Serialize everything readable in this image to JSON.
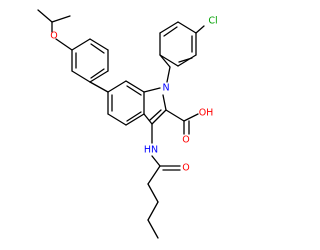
{
  "colors": {
    "background": "#ffffff",
    "bond": "#000000",
    "oxygen": "#ff0000",
    "nitrogen": "#0000ff",
    "chlorine": "#00a000"
  },
  "atoms": {
    "ether_o": "O",
    "ring_n": "N",
    "cl": "Cl",
    "acid_o": "O",
    "acid_oh": "OH",
    "amide_nh": "HN",
    "amide_o": "O"
  }
}
